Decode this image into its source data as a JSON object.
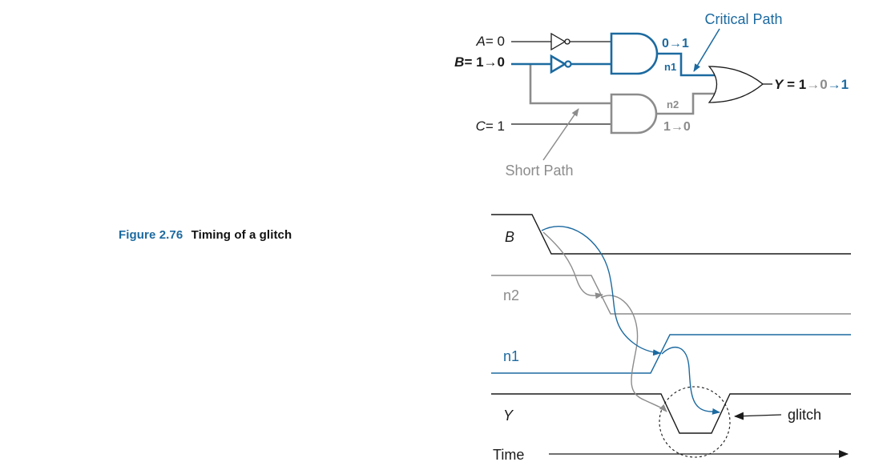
{
  "figure": {
    "number": "Figure 2.76",
    "title": "Timing of a glitch"
  },
  "circuit": {
    "input_a": {
      "name": "A",
      "assign": "= 0"
    },
    "input_b": {
      "name": "B",
      "assign": "= 1→0"
    },
    "input_c": {
      "name": "C",
      "assign": "= 1"
    },
    "critical_path_label": "Critical Path",
    "short_path_label": "Short Path",
    "n1_label": "n1",
    "n1_transition": "0→1",
    "n2_label": "n2",
    "n2_transition": "1→0",
    "output_name": "Y",
    "output_eq": " = 1",
    "output_arrow1": "→",
    "output_zero": "0",
    "output_arrow2": "→",
    "output_one": "1"
  },
  "timing": {
    "signal_b": "B",
    "signal_n2": "n2",
    "signal_n1": "n1",
    "signal_y": "Y",
    "glitch_label": "glitch",
    "time_label": "Time"
  },
  "colors": {
    "critical": "#1c6aa0",
    "short": "#8c8c8c",
    "black": "#1a1a1a"
  }
}
